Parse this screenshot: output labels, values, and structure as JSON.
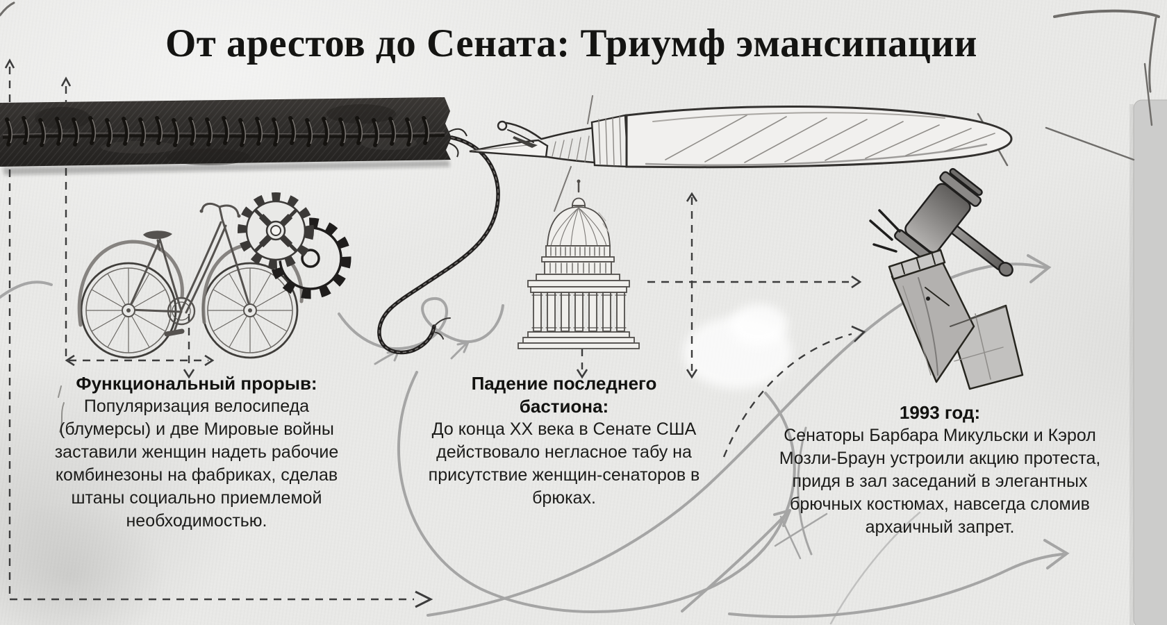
{
  "title": "От арестов до Сената: Триумф эмансипации",
  "sections": {
    "breakthrough": {
      "heading": "Функциональный прорыв:",
      "body": "Популяризация велосипеда (блумерсы) и две Мировые войны заставили женщин надеть рабочие комбинезоны на фабриках, сделав штаны социально приемлемой необходимостью.",
      "illustrations": [
        "bicycle-illustration",
        "gears-illustration"
      ]
    },
    "bastion": {
      "heading": "Падение последнего бастиона:",
      "body": "До конца XX века в Сенате США действовало негласное табу на присутствие женщин-сенаторов в брюках.",
      "illustrations": [
        "capitol-illustration"
      ]
    },
    "year1993": {
      "heading": "1993 год:",
      "body": "Сенаторы Барбара Микульски и Кэрол Мозли-Браун устроили акцию протеста, придя в зал заседаний в элегантных брючных костюмах, навсегда сломив архаичный запрет.",
      "illustrations": [
        "trousers-illustration",
        "gavel-illustration"
      ]
    }
  },
  "decorations": [
    "stitched-fabric-strip",
    "unraveling-thread",
    "seam-ripper-illustration",
    "pencil-swoosh-arrows",
    "dashed-guide-lines",
    "corner-pencil-scribbles",
    "right-paper-band"
  ],
  "colors": {
    "background": "#e9e9e7",
    "ink": "#1c1c1a",
    "fabric": "#2f2d2b",
    "pencil": "#9a9a9a",
    "dash": "#3c3c3c",
    "paper_band": "#cccccb"
  }
}
